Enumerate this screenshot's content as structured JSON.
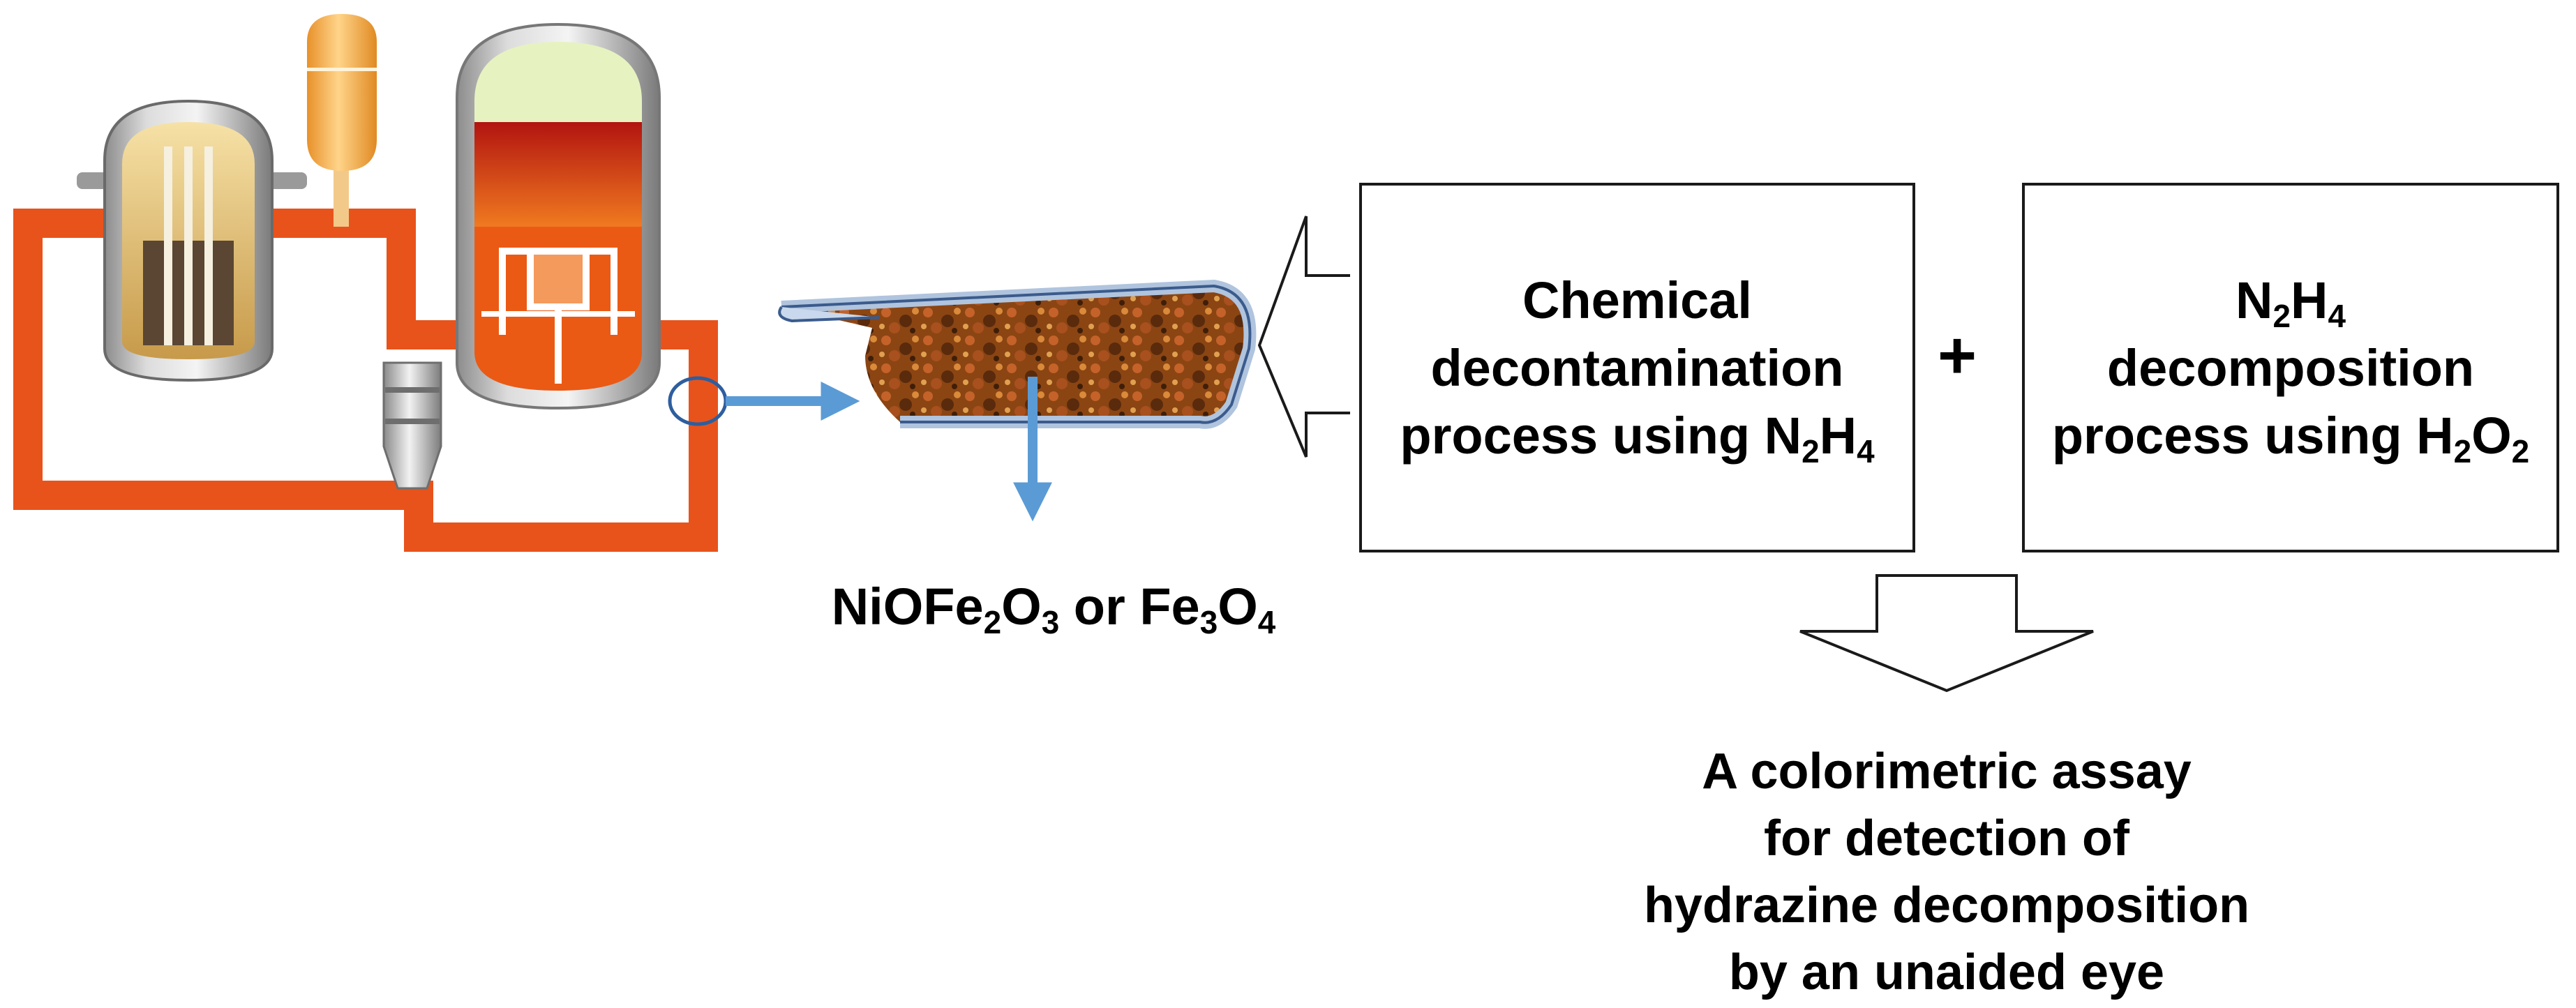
{
  "colors": {
    "loop_pipe": "#e8531b",
    "arrow_blue": "#5b9bd5",
    "rust": "#8b4513",
    "vessel_fill": "#d9b36a",
    "generator_top": "#e6f2c0",
    "generator_red": "#c8261a",
    "outline": "#1a1a1a"
  },
  "icons": {
    "reactor_vessel": "reactor-vessel-icon",
    "pressurizer": "pressurizer-icon",
    "steam_generator": "steam-generator-icon",
    "coolant_pump": "coolant-pump-icon",
    "pipe_section": "corroded-pipe-icon"
  },
  "labels": {
    "oxide": {
      "p1": "NiOFe",
      "s1": "2",
      "p2": "O",
      "s2": "3",
      "p3": " or Fe",
      "s3": "3",
      "p4": "O",
      "s4": "4"
    },
    "box_chemical": {
      "line1": "Chemical",
      "line2": "decontamination",
      "line3": "process using N",
      "s1": "2",
      "mid": "H",
      "s2": "4"
    },
    "plus": "+",
    "box_decomposition": {
      "l1a": "N",
      "l1s1": "2",
      "l1b": "H",
      "l1s2": "4",
      "line2": "decomposition",
      "line3": "process using H",
      "s1": "2",
      "mid": "O",
      "s2": "2"
    },
    "result": {
      "line1": "A colorimetric assay",
      "line2": "for detection of",
      "line3": "hydrazine decomposition",
      "line4": "by an unaided eye"
    }
  }
}
